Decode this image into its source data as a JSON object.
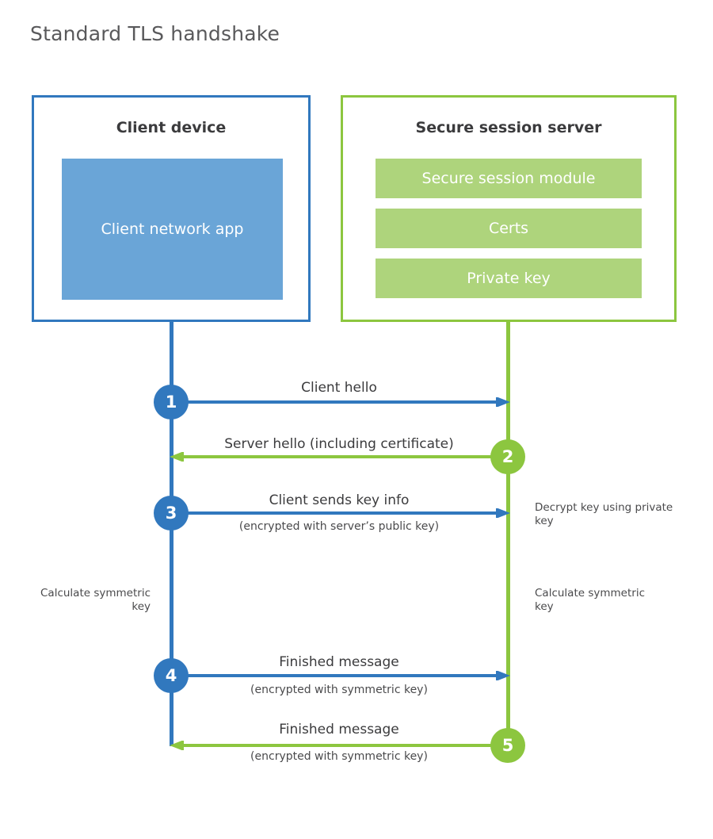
{
  "title": "Standard TLS handshake",
  "colors": {
    "client_accent": "#3178BE",
    "client_fill": "#6AA5D7",
    "server_accent": "#8CC63F",
    "server_fill": "#AED47C",
    "title_text": "#59595b",
    "body_text": "#3b3b3d",
    "background": "#ffffff"
  },
  "client": {
    "title": "Client device",
    "app_label": "Client network app"
  },
  "server": {
    "title": "Secure session server",
    "blocks": [
      {
        "label": "Secure session module"
      },
      {
        "label": "Certs"
      },
      {
        "label": "Private key"
      }
    ]
  },
  "steps": [
    {
      "number": "1",
      "side": "client",
      "direction": "right",
      "label": "Client hello",
      "sublabel": ""
    },
    {
      "number": "2",
      "side": "server",
      "direction": "left",
      "label": "Server hello (including certificate)",
      "sublabel": ""
    },
    {
      "number": "3",
      "side": "client",
      "direction": "right",
      "label": "Client sends key info",
      "sublabel": "(encrypted with server’s public key)"
    },
    {
      "number": "4",
      "side": "client",
      "direction": "right",
      "label": "Finished message",
      "sublabel": "(encrypted with symmetric key)"
    },
    {
      "number": "5",
      "side": "server",
      "direction": "left",
      "label": "Finished message",
      "sublabel": "(encrypted with symmetric key)"
    }
  ],
  "annotations": {
    "decrypt_key": "Decrypt key using private key",
    "calculate_symmetric_key_client": "Calculate symmetric key",
    "calculate_symmetric_key_server": "Calculate symmetric key"
  }
}
